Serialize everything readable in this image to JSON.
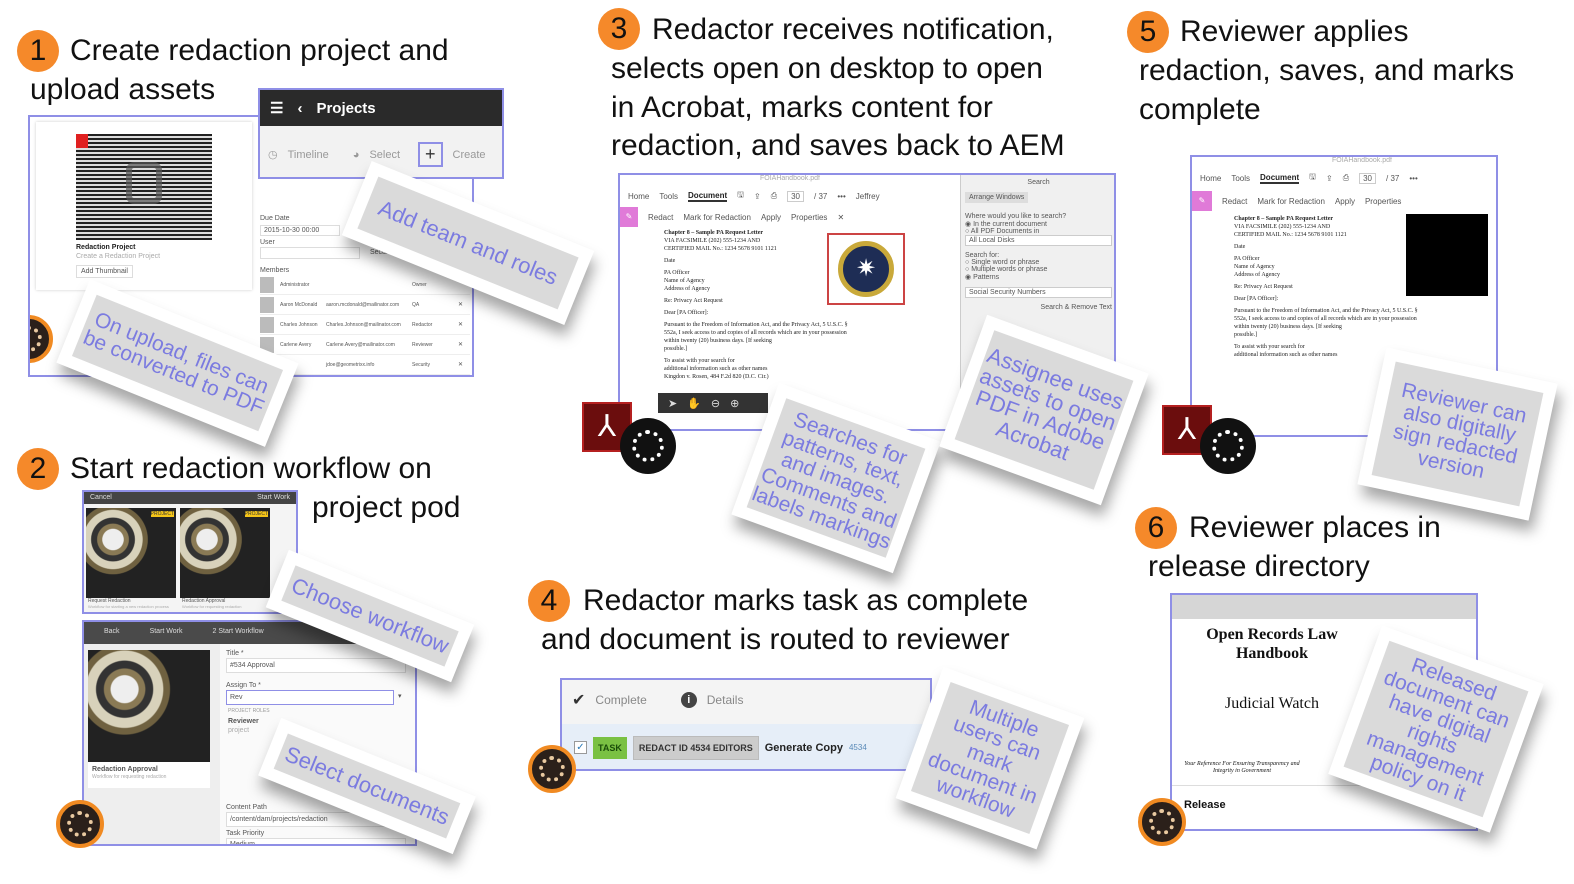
{
  "accent_color": "#f5892a",
  "frame_color": "#8f8fe6",
  "note_text_color": "#7b7be0",
  "steps": [
    {
      "number": "1",
      "lines": [
        "Create redaction project and",
        "upload assets"
      ]
    },
    {
      "number": "2",
      "lines": [
        "Start redaction workflow on",
        "project pod"
      ]
    },
    {
      "number": "3",
      "lines": [
        "Redactor receives notification,",
        "selects open on desktop to open",
        "in Acrobat, marks content for",
        "redaction, and saves back to AEM"
      ]
    },
    {
      "number": "4",
      "lines": [
        "Redactor marks task as complete",
        "and document is routed to reviewer"
      ]
    },
    {
      "number": "5",
      "lines": [
        "Reviewer applies",
        "redaction, saves, and marks",
        "complete"
      ]
    },
    {
      "number": "6",
      "lines": [
        "Reviewer places in",
        "release directory"
      ]
    }
  ],
  "notes": {
    "add_team": "Add team and roles",
    "upload": "On upload, files can be converted to PDF",
    "choose_workflow": "Choose workflow",
    "select_docs": "Select documents",
    "searches": "Searches for patterns, text, and images. Comments and labels markings",
    "assignee": "Assignee uses assets to open PDF in Adobe Acrobat",
    "multiple": "Multiple users can mark document in workflow",
    "reviewer_sign": "Reviewer can also digitally sign redacted version",
    "released": "Released document can have digital rights management policy on it"
  },
  "step1": {
    "card_title": "Redaction Project",
    "card_sub": "Create a Redaction Project",
    "add_thumbnail": "Add Thumbnail",
    "projects_title": "Projects",
    "timeline": "Timeline",
    "select": "Select",
    "create": "Create",
    "due_date_label": "Due Date",
    "due_date": "2015-10-30 00:00",
    "user_label": "User",
    "user_role": "Security",
    "members_label": "Members",
    "members": [
      {
        "name": "Administrator",
        "email": "",
        "role": "Owner"
      },
      {
        "name": "Aaron McDonald",
        "email": "aaron.mcdonald@mailinator.com",
        "role": "QA"
      },
      {
        "name": "Charles Johnson",
        "email": "Charles.Johnson@mailinator.com",
        "role": "Redactor"
      },
      {
        "name": "Carlene Avery",
        "email": "Carlene.Avery@mailinator.com",
        "role": "Reviewer"
      },
      {
        "name": "",
        "email": "jdoe@geometrixx.info",
        "role": "Security"
      }
    ]
  },
  "step2": {
    "cancel": "Cancel",
    "start_work": "Start Work",
    "badge": "PROJECT",
    "cards": [
      {
        "title": "Request Redaction",
        "sub": "Workflow for starting a new redaction process"
      },
      {
        "title": "Redaction Approval",
        "sub": "Workflow for requesting redaction"
      }
    ],
    "back": "Back",
    "wizard_step1": "Start Work",
    "wizard_step2": "2 Start Workflow",
    "title_label": "Title *",
    "title_value": "#534 Approval",
    "assign_label": "Assign To *",
    "assign_value": "Rev",
    "project_roles": "PROJECT ROLES",
    "role_option": "Reviewer",
    "role_option_sub": "project",
    "selected_title": "Redaction Approval",
    "selected_sub": "Workflow for requesting redaction",
    "content_path_label": "Content Path",
    "content_path": "/content/dam/projects/redaction",
    "priority_label": "Task Priority",
    "priority": "Medium"
  },
  "acrobat": {
    "file_title": "FOIAHandbook.pdf",
    "tabs": [
      "Home",
      "Tools",
      "Document"
    ],
    "page": "30",
    "page_total": "/ 37",
    "user": "Jeffrey",
    "redact": "Redact",
    "mark": "Mark for Redaction",
    "apply": "Apply",
    "properties": "Properties",
    "doc_lines": [
      "Chapter 8 – Sample PA Request Letter",
      "VIA FACSIMILE (202) 555-1234 AND",
      "CERTIFIED MAIL No.: 1234 5678 9101 1121",
      "Date",
      "PA Officer",
      "Name of Agency",
      "Address of Agency",
      "Re: Privacy Act Request",
      "Dear [PA Officer]:",
      "Pursuant to the Freedom of Information Act, and the Privacy Act, 5 U.S.C. §",
      "552a, I seek access to and copies of all records which are in your possession",
      "within twenty (20) business days. [If seeking",
      "possible.]",
      "To assist with your search for",
      "additional information such as other names",
      "Kingdon v. Rosen, 484 F.2d 820 (D.C. Cir.)"
    ],
    "search_panel": {
      "arrange": "Arrange Windows",
      "search_title": "Search",
      "where": "Where would you like to search?",
      "opt1": "In the current document",
      "opt2": "All PDF Documents in",
      "location": "All Local Disks",
      "search_for": "Search for:",
      "opt3": "Single word or phrase",
      "opt4": "Multiple words or phrase",
      "opt5": "Patterns",
      "pattern": "Social Security Numbers",
      "search_remove": "Search & Remove Text"
    }
  },
  "step4": {
    "complete": "Complete",
    "details": "Details",
    "task_badge": "TASK",
    "task_id": "REDACT ID 4534 EDITORS",
    "task_name": "Generate Copy",
    "task_num": "4534"
  },
  "step6": {
    "doc_title": "Open Records Law Handbook",
    "doc_org": "Judicial Watch",
    "doc_tagline": "Your Reference For Ensuring Transparency and Integrity in Government",
    "release": "Release"
  }
}
